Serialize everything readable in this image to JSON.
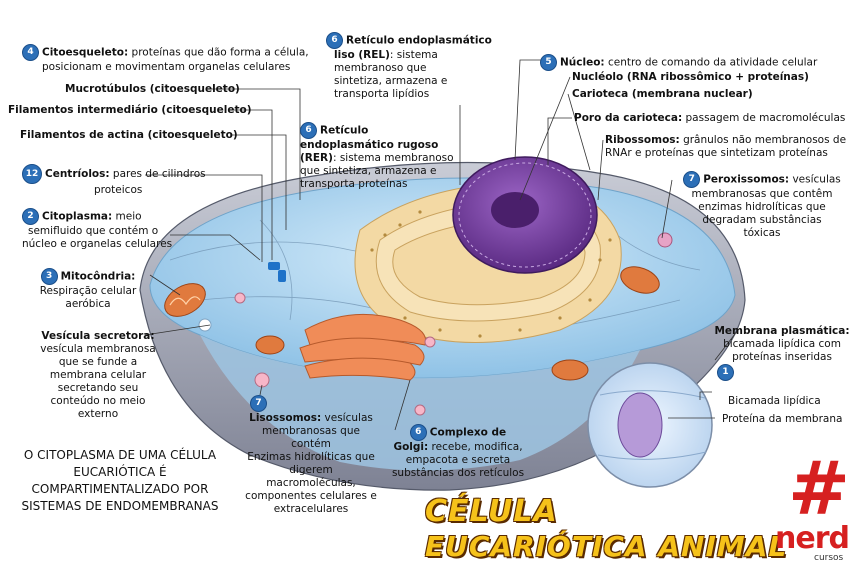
{
  "labels": {
    "citoesqueleto": {
      "badge": "4",
      "name": "Citoesqueleto:",
      "desc1": " proteínas que dão forma a célula,",
      "desc2": "posicionam e movimentam  organelas celulares"
    },
    "microtubulos": {
      "name": "Mucrotúbulos (citoesqueleto)"
    },
    "filamentos_intermediario": {
      "name": "Filamentos intermediário (citoesqueleto)"
    },
    "filamentos_actina": {
      "name": "Filamentos de actina (citoesqueleto)"
    },
    "centriolos": {
      "badge": "12",
      "name": "Centríolos:",
      "desc1": " pares de cilindros",
      "desc2": "proteicos"
    },
    "citoplasma": {
      "badge": "2",
      "name": "Citoplasma:",
      "desc1": " meio",
      "desc2": "semifluido que contém o",
      "desc3": "núcleo e organelas celulares"
    },
    "mitocondria": {
      "badge": "3",
      "name": "Mitocôndria:",
      "desc1": "Respiração celular",
      "desc2": "aeróbica"
    },
    "vesicula": {
      "name": "Vesícula secretora:",
      "lines": [
        "vesícula membranosa",
        "que se funde a",
        "membrana  celular",
        "secretando seu",
        "conteúdo no meio",
        "externo"
      ]
    },
    "rel": {
      "badge": "6",
      "name1": "Retículo endoplasmático",
      "name2": "liso (REL)",
      "lines": [
        ": sistema",
        "membranoso que",
        "sintetiza, armazena e",
        "transporta lipídios"
      ]
    },
    "rer": {
      "badge": "6",
      "name1": "Retículo",
      "name2": "endoplasmático rugoso",
      "name3": "(RER)",
      "lines": [
        ": sistema membranoso",
        "que sintetiza, armazena e",
        "transporta proteínas"
      ]
    },
    "nucleo": {
      "badge": "5",
      "name": "Núcleo:",
      "desc": " centro de comando  da atividade celular"
    },
    "nucleolo": {
      "name": "Nucléolo (RNA ribossômico + proteínas)"
    },
    "carioteca": {
      "name": "Carioteca (membrana nuclear)"
    },
    "poro": {
      "name": "Poro da carioteca:",
      "desc": " passagem de macromoléculas"
    },
    "ribossomos": {
      "name": "Ribossomos:",
      "desc1": " grânulos não membranosos  de",
      "desc2": "RNAr e proteínas que sintetizam proteínas"
    },
    "peroxissomos": {
      "badge": "7",
      "name": "Peroxissomos:",
      "desc1": " vesículas",
      "lines": [
        "membranosas que contêm",
        "enzimas hidrolíticas que",
        "degradam substâncias",
        "tóxicas"
      ]
    },
    "membrana": {
      "name": "Membrana plasmática:",
      "desc1": "bicamada lipídica com",
      "desc2": "proteínas inseridas",
      "badge": "1"
    },
    "bicamada": {
      "name": "Bicamada lipídica"
    },
    "proteina_membrana": {
      "name": "Proteína  da membrana"
    },
    "lisossomos": {
      "badge": "7",
      "name": "Lisossomos:",
      "desc1": " vesículas",
      "lines": [
        "membranosas  que",
        "contém",
        "Enzimas hidrolíticas que",
        "digerem",
        "macromoléculas,",
        "componentes celulares e",
        "extracelulares"
      ]
    },
    "golgi": {
      "badge": "6",
      "name1": "Complexo de",
      "name2": "Golgi:",
      "desc1": " recebe,  modifica,",
      "lines": [
        "empacota  e secreta",
        "substâncias dos retículos"
      ]
    }
  },
  "footer_note": "O CITOPLASMA DE UMA CÉLULA EUCARIÓTICA É COMPARTIMENTALIZADO POR SISTEMAS DE ENDOMEMBRANAS",
  "title": {
    "line1": "CÉLULA",
    "line2": "EUCARIÓTICA ANIMAL"
  },
  "logo": {
    "symbol": "#",
    "brand": "nerd",
    "sub": "cursos"
  },
  "colors": {
    "badge": "#2c6fb7",
    "title": "#f6c21a",
    "logo": "#d62020",
    "cytoplasm": "#a9d3ef",
    "nucleus": "#7a3fa0",
    "er": "#f3d9a4",
    "mitochondria": "#d6713a"
  }
}
